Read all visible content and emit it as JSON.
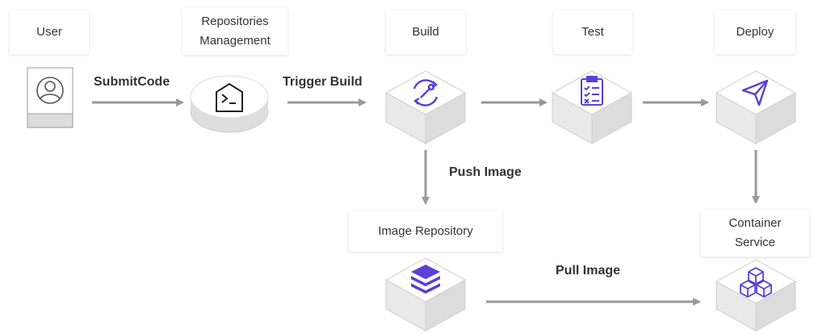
{
  "stages": {
    "user": "User",
    "repo_line1": "Repositories",
    "repo_line2": "Management",
    "build": "Build",
    "test": "Test",
    "deploy": "Deploy",
    "image_repo": "Image Repository",
    "container_line1": "Container",
    "container_line2": "Service"
  },
  "edges": {
    "submit": "SubmitCode",
    "trigger": "Trigger Build",
    "push": "Push Image",
    "pull": "Pull Image"
  },
  "colors": {
    "accent": "#5b3fd6",
    "arrow": "#999999",
    "cube_top": "#ffffff",
    "cube_side_left": "#e9e9e9",
    "cube_side_right": "#dcdcdc"
  },
  "icons": {
    "user": "user-avatar-icon",
    "repo": "terminal-house-icon",
    "build": "wrench-gear-icon",
    "test": "checklist-clipboard-icon",
    "deploy": "paper-plane-icon",
    "image_repo": "layers-stack-icon",
    "container": "cubes-icon"
  }
}
